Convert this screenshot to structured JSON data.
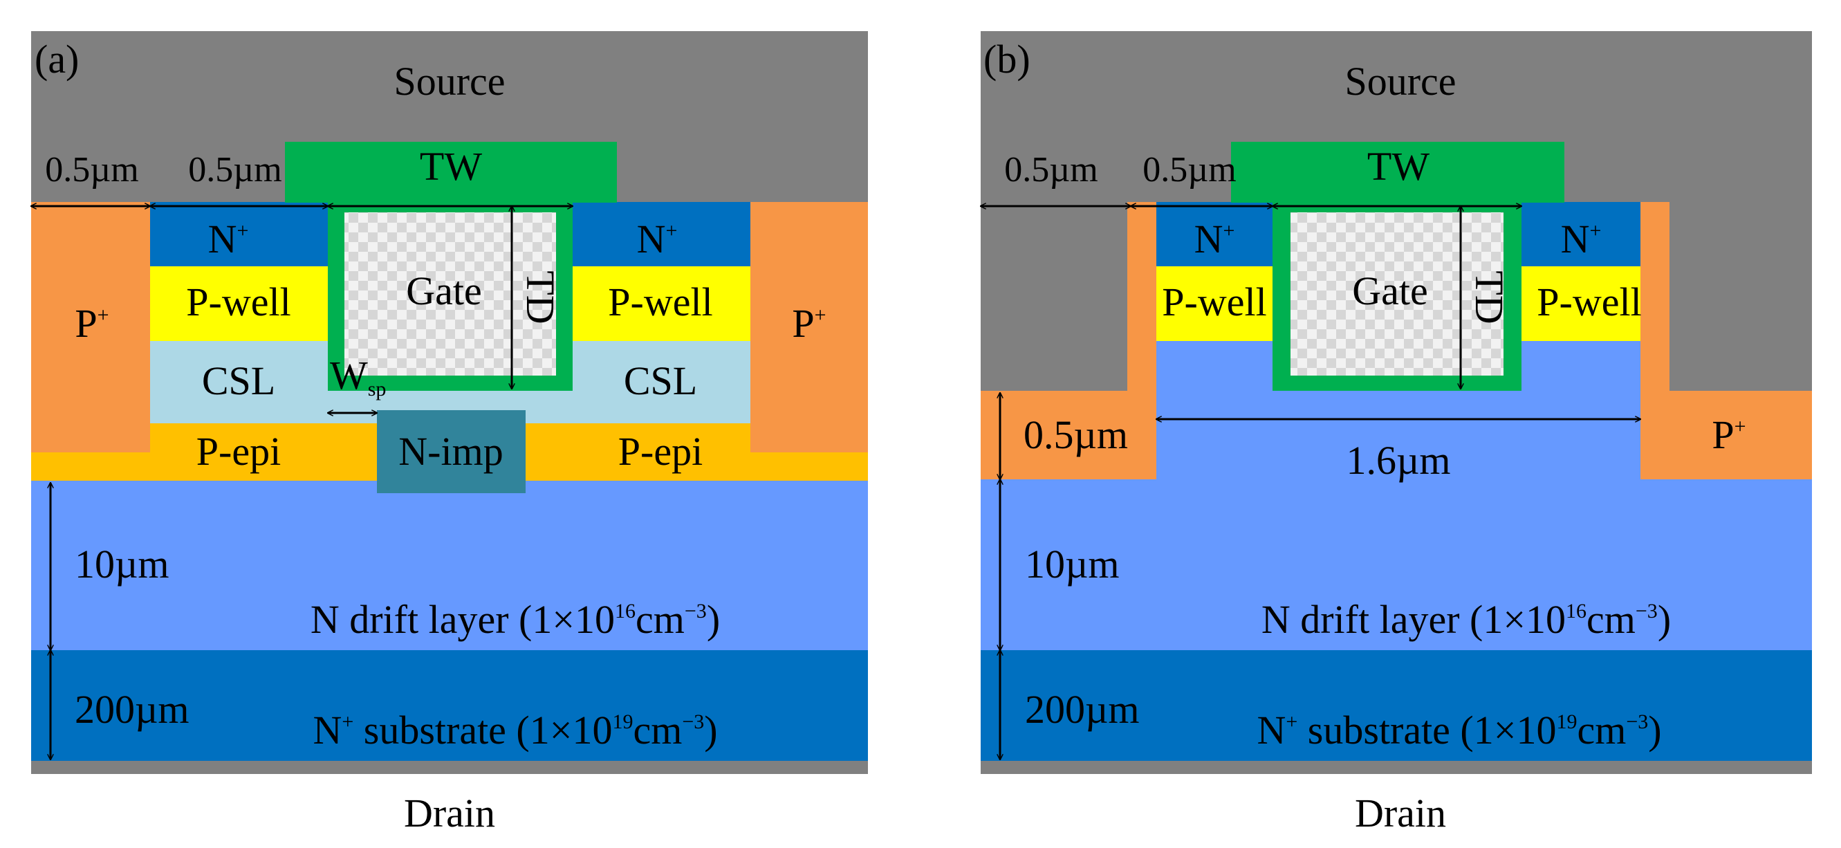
{
  "colors": {
    "metal": "#808080",
    "tw": "#00B050",
    "n_plus": "#0070C0",
    "p_well": "#FFFF00",
    "p_plus": "#F79646",
    "csl": "#ADD8E6",
    "p_epi": "#FFC000",
    "n_imp": "#31849B",
    "drift": "#6699FF",
    "substrate": "#0070C0"
  },
  "icons": {
    "gate": "checkerboard-pattern",
    "dimension": "double-headed-arrow"
  },
  "panel_a": {
    "tag": "(a)",
    "source": "Source",
    "drain": "Drain",
    "tw": "TW",
    "gate": "Gate",
    "td": "TD",
    "n_plus_base": "N",
    "sup_plus": "+",
    "p_well": "P-well",
    "csl": "CSL",
    "p_epi": "P-epi",
    "n_imp": "N-imp",
    "p_plus_base": "P",
    "wsp_base": "W",
    "wsp_sub": "sp",
    "dim_left": "0.5µm",
    "dim_right": "0.5µm",
    "dim_10": "10µm",
    "dim_200": "200µm",
    "drift_text": "N drift layer (1×10",
    "drift_exp": "16",
    "drift_unit": "cm",
    "drift_unit_exp": "−3",
    "drift_close": ")",
    "sub_base": "N",
    "sub_text": " substrate (1×10",
    "sub_exp": "19",
    "sub_unit": "cm",
    "sub_unit_exp": "−3",
    "sub_close": ")"
  },
  "panel_b": {
    "tag": "(b)",
    "source": "Source",
    "drain": "Drain",
    "tw": "TW",
    "gate": "Gate",
    "td": "TD",
    "n_plus_base": "N",
    "sup_plus": "+",
    "p_well": "P-well",
    "p_plus_base": "P",
    "dim_left": "0.5µm",
    "dim_right": "0.5µm",
    "dim_depth": "0.5µm",
    "dim_width": "1.6µm",
    "dim_10": "10µm",
    "dim_200": "200µm",
    "drift_text": "N drift layer (1×10",
    "drift_exp": "16",
    "drift_unit": "cm",
    "drift_unit_exp": "−3",
    "drift_close": ")",
    "sub_base": "N",
    "sub_text": " substrate (1×10",
    "sub_exp": "19",
    "sub_unit": "cm",
    "sub_unit_exp": "−3",
    "sub_close": ")"
  }
}
